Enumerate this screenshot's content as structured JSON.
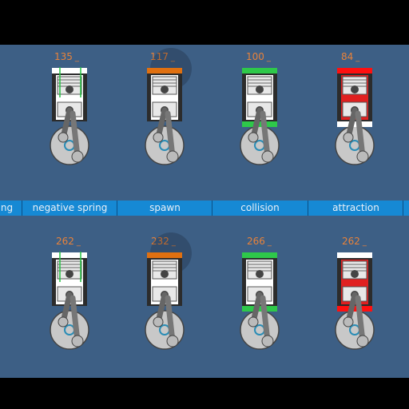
{
  "labels": [
    "ng",
    "negative spring",
    "spawn",
    "collision",
    "attraction",
    ""
  ],
  "engines": [
    {
      "id": "neg1",
      "count": "135",
      "block": "#2c2c2c",
      "head": "#ffffff",
      "top_strip": "#ffffff",
      "bottom_strip": null,
      "fill": "#ffffff",
      "spring": true
    },
    {
      "id": "spawn1",
      "count": "117",
      "block": "#2c2c2c",
      "head": "#f08020",
      "top_strip": "#e07010",
      "bottom_strip": null,
      "fill": "#ffffff",
      "spring": false,
      "glow": true
    },
    {
      "id": "coll1",
      "count": "100",
      "block": "#2c2c2c",
      "head": "#2ec84a",
      "top_strip": "#2ec84a",
      "bottom_strip": "#2ec84a",
      "fill": "#ffffff",
      "spring": false
    },
    {
      "id": "attr1",
      "count": "84",
      "block": "#2c2c2c",
      "head": "#ff1010",
      "top_strip": "#ff1010",
      "bottom_strip": "#ffffff",
      "fill": "#e02020",
      "spring": false
    },
    {
      "id": "neg2",
      "count": "262",
      "block": "#2c2c2c",
      "head": "#ffffff",
      "top_strip": "#ffffff",
      "bottom_strip": null,
      "fill": "#ffffff",
      "spring": true
    },
    {
      "id": "spawn2",
      "count": "232",
      "block": "#2c2c2c",
      "head": "#f08020",
      "top_strip": "#e07010",
      "bottom_strip": null,
      "fill": "#ffffff",
      "spring": false,
      "glow": true
    },
    {
      "id": "coll2",
      "count": "266",
      "block": "#2c2c2c",
      "head": "#2ec84a",
      "top_strip": "#2ec84a",
      "bottom_strip": "#2ec84a",
      "fill": "#ffffff",
      "spring": false,
      "greenish": true
    },
    {
      "id": "attr2",
      "count": "262",
      "block": "#2c2c2c",
      "head": "#ffffff",
      "top_strip": "#ffffff",
      "bottom_strip": "#ff1010",
      "fill": "#e02020",
      "spring": false
    }
  ]
}
